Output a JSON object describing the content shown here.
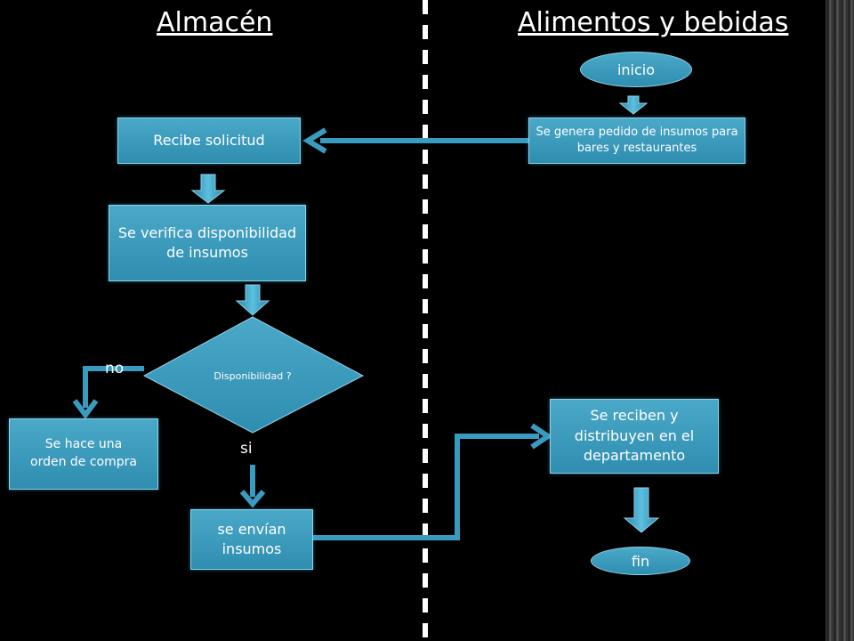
{
  "lanes": {
    "left": "Almacén",
    "right": "Alimentos y bebidas"
  },
  "nodes": {
    "inicio": "inicio",
    "pedido": "Se genera pedido de insumos para bares y restaurantes",
    "recibe": "Recibe solicitud",
    "verifica": "Se verifica disponibilidad de insumos",
    "decision": "Disponibilidad ?",
    "orden": "Se hace una orden de compra",
    "envian": "se envían insumos",
    "reciben": "Se reciben y distribuyen en el departamento",
    "fin": "fin"
  },
  "edge_labels": {
    "no": "no",
    "si": "si"
  },
  "colors": {
    "node_fill": "#3a9bc0",
    "connector": "#3a9bc0",
    "background": "#000000",
    "divider": "#ffffff"
  }
}
